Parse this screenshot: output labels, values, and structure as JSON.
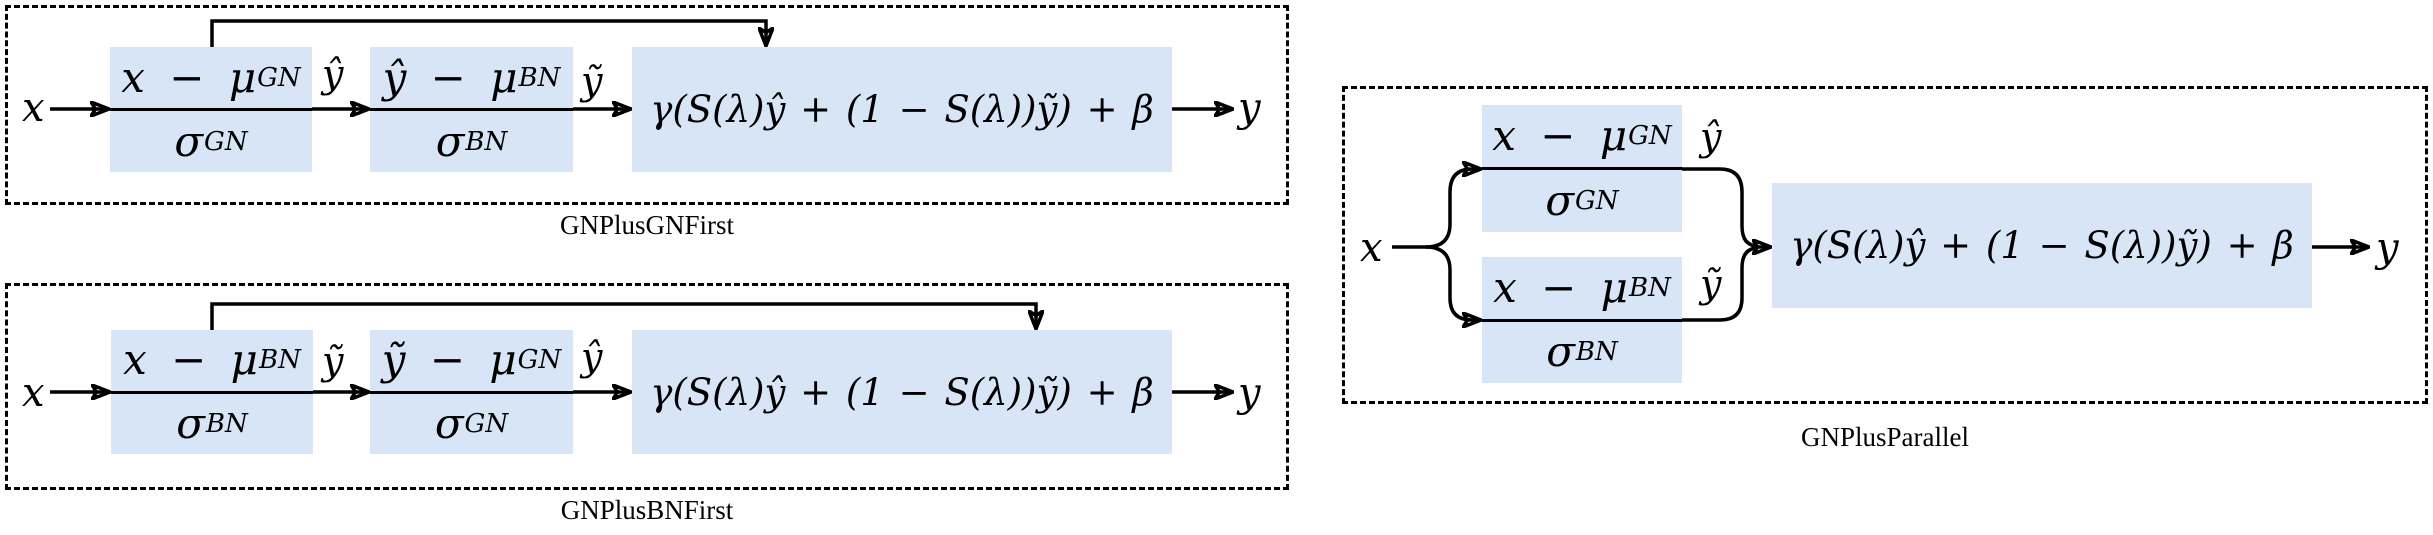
{
  "figure": {
    "colors": {
      "block_fill": "#d7e5f6",
      "line": "#000000",
      "text": "#000000",
      "background": "#ffffff"
    },
    "panels": [
      {
        "caption": "GNPlusGNFirst",
        "input_label": "x",
        "output_label": "y",
        "stage1": {
          "num_main": "x − μ",
          "num_sub": "GN",
          "den_main": "σ",
          "den_sub": "GN"
        },
        "stage1_output_label": "ŷ",
        "stage2": {
          "num_main": "ŷ − μ",
          "num_sub": "BN",
          "den_main": "σ",
          "den_sub": "BN"
        },
        "stage2_output_label": "ỹ",
        "formula": "γ(S(λ)ŷ + (1 − S(λ))ỹ) + β"
      },
      {
        "caption": "GNPlusBNFirst",
        "input_label": "x",
        "output_label": "y",
        "stage1": {
          "num_main": "x − μ",
          "num_sub": "BN",
          "den_main": "σ",
          "den_sub": "BN"
        },
        "stage1_output_label": "ỹ",
        "stage2": {
          "num_main": "ỹ − μ",
          "num_sub": "GN",
          "den_main": "σ",
          "den_sub": "GN"
        },
        "stage2_output_label": "ŷ",
        "formula": "γ(S(λ)ŷ + (1 − S(λ))ỹ) + β"
      },
      {
        "caption": "GNPlusParallel",
        "input_label": "x",
        "output_label": "y",
        "branch_top": {
          "num_main": "x − μ",
          "num_sub": "GN",
          "den_main": "σ",
          "den_sub": "GN"
        },
        "branch_top_output_label": "ŷ",
        "branch_bottom": {
          "num_main": "x − μ",
          "num_sub": "BN",
          "den_main": "σ",
          "den_sub": "BN"
        },
        "branch_bottom_output_label": "ỹ",
        "formula": "γ(S(λ)ŷ + (1 − S(λ))ỹ) + β"
      }
    ]
  }
}
